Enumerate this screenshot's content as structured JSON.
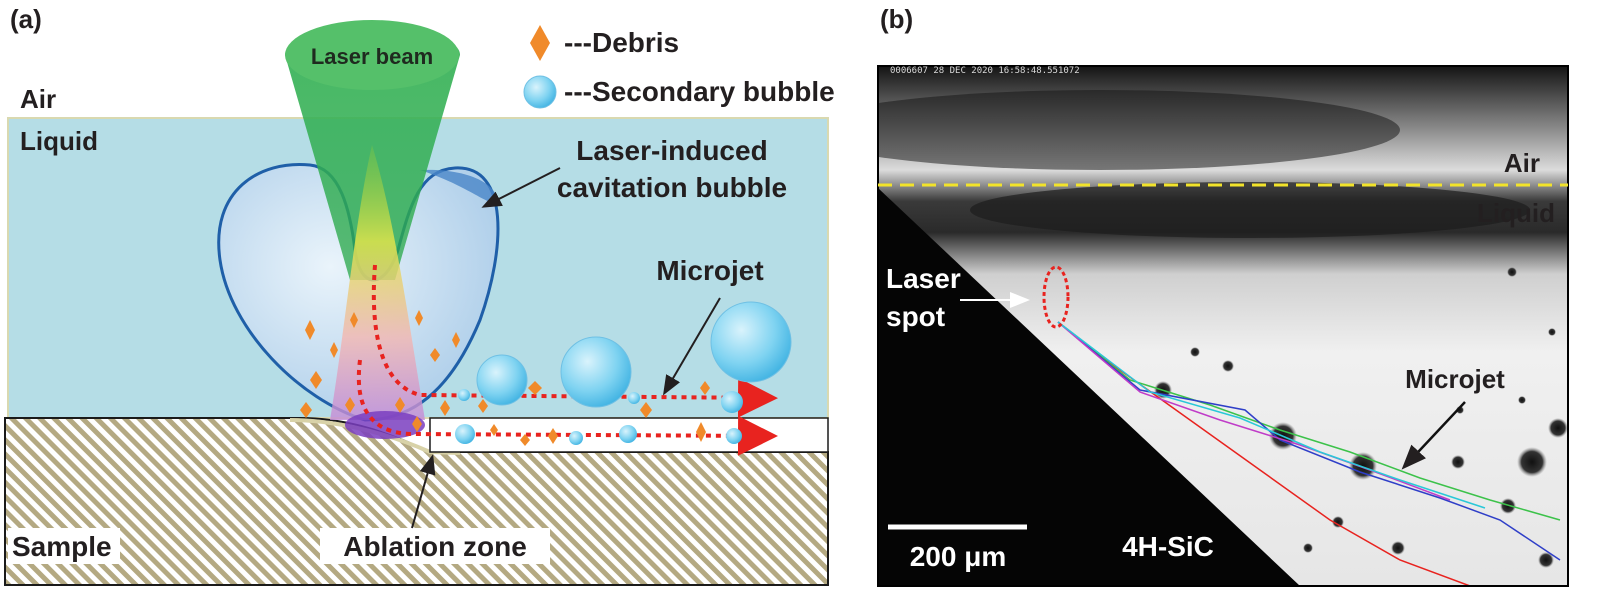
{
  "panel_a": {
    "letter": "(a)",
    "air_label": "Air",
    "liquid_label": "Liquid",
    "laser_beam_label": "Laser beam",
    "cavitation_label_line1": "Laser-induced",
    "cavitation_label_line2": "cavitation bubble",
    "microjet_label": "Microjet",
    "sample_label": "Sample",
    "ablation_label": "Ablation zone",
    "legend": {
      "debris": "---Debris",
      "secondary_bubble": "---Secondary bubble"
    },
    "colors": {
      "liquid": "#b5dde6",
      "beam": "#2fa84f",
      "bubble_edge": "#1f5fa8",
      "debris": "#f08a2a",
      "secondary_bubble": "#5bc4ea",
      "microjet_arrow": "#e8231f",
      "sample_hatch": "#b4a982"
    }
  },
  "panel_b": {
    "letter": "(b)",
    "timestamp": "0006607  28 DEC 2020  16:58:48.551072",
    "air_label": "Air",
    "liquid_label": "Liquid",
    "laser_spot_line1": "Laser",
    "laser_spot_line2": "spot",
    "microjet_label": "Microjet",
    "scale_bar_label": "200 μm",
    "material_label": "4H-SiC",
    "colors": {
      "interface_line": "#f2e32a",
      "spot_marker": "#e8231f",
      "track_red": "#e8231f",
      "track_green": "#3cc24a",
      "track_blue": "#2f3fc8",
      "track_magenta": "#c03cc8",
      "track_cyan": "#29c8d8"
    }
  }
}
